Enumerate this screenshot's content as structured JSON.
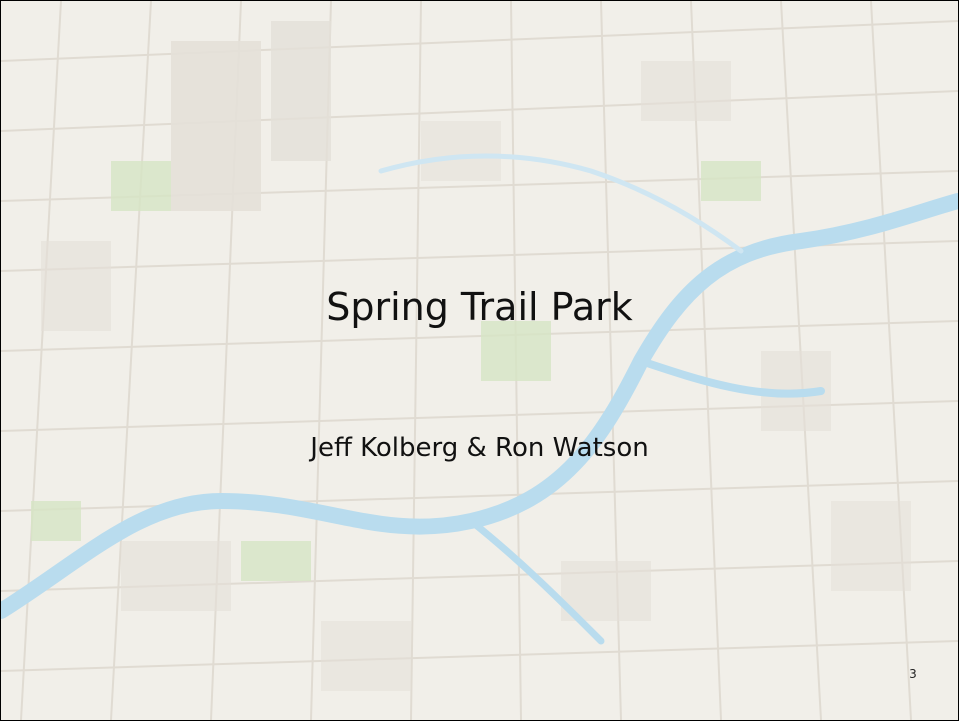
{
  "slide": {
    "title": "Spring Trail Park",
    "subtitle": "Jeff Kolberg & Ron Watson",
    "page_number": "3"
  },
  "background": {
    "description_icon": "city-map-image",
    "water_color": "#b9dcee",
    "park_color": "#d6e5c4",
    "block_color": "#e4e0d8",
    "base_color": "#f1efe9"
  }
}
